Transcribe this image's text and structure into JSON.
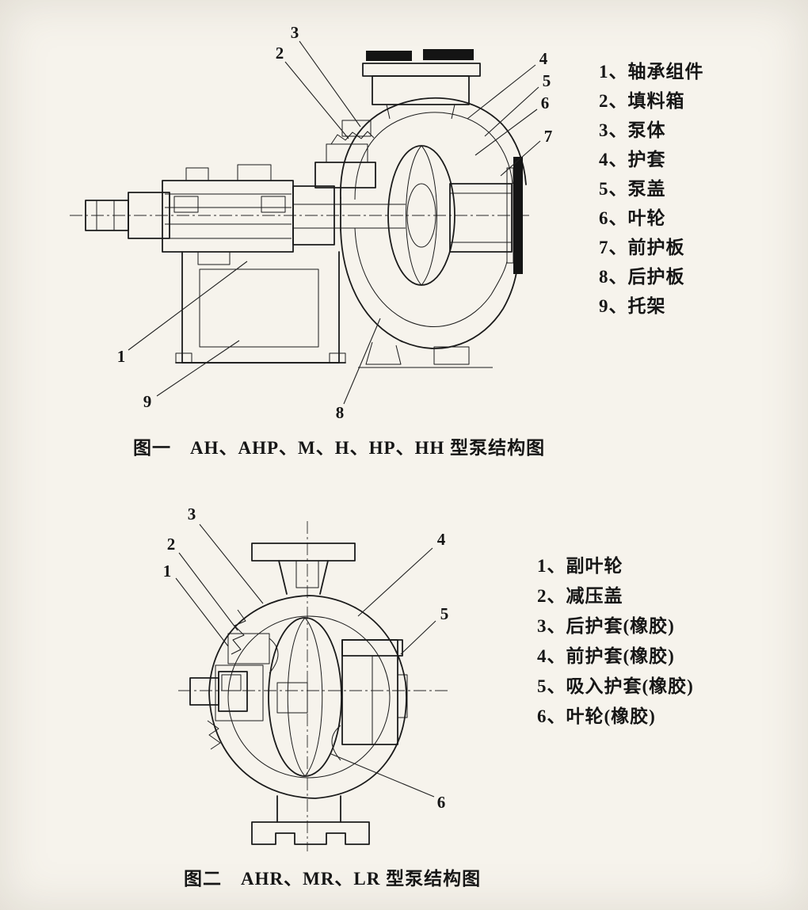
{
  "document": {
    "background": "#f6f3ec",
    "ink": "#1b1b1b"
  },
  "figure1": {
    "caption": "图一　AH、AHP、M、H、HP、HH 型泵结构图",
    "callouts": [
      "1",
      "2",
      "3",
      "4",
      "5",
      "6",
      "7",
      "8",
      "9"
    ],
    "legend": [
      "1、轴承组件",
      "2、填料箱",
      "3、泵体",
      "4、护套",
      "5、泵盖",
      "6、叶轮",
      "7、前护板",
      "8、后护板",
      "9、托架"
    ]
  },
  "figure2": {
    "caption": "图二　AHR、MR、LR 型泵结构图",
    "callouts": [
      "1",
      "2",
      "3",
      "4",
      "5",
      "6"
    ],
    "legend": [
      "1、副叶轮",
      "2、减压盖",
      "3、后护套(橡胶)",
      "4、前护套(橡胶)",
      "5、吸入护套(橡胶)",
      "6、叶轮(橡胶)"
    ]
  }
}
